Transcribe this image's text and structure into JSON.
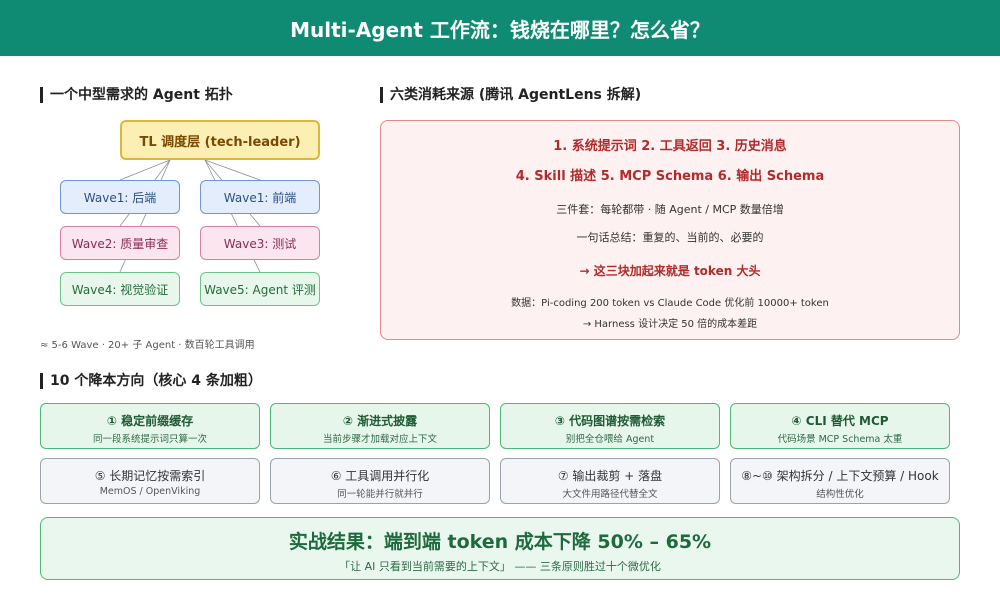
{
  "header": {
    "title": "Multi-Agent 工作流：钱烧在哪里？怎么省？"
  },
  "topology": {
    "section_title": "一个中型需求的 Agent 拓扑",
    "root": "TL 调度层 (tech-leader)",
    "nodes": [
      "Wave1: 后端",
      "Wave1: 前端",
      "Wave2: 质量审查",
      "Wave3: 测试",
      "Wave4: 视觉验证",
      "Wave5: Agent 评测"
    ],
    "note": "≈ 5-6 Wave · 20+ 子 Agent · 数百轮工具调用"
  },
  "sources": {
    "section_title": "六类消耗来源 (腾讯 AgentLens 拆解)",
    "line1": "1. 系统提示词 2. 工具返回 3. 历史消息",
    "line2": "4. Skill 描述 5. MCP Schema 6. 输出 Schema",
    "line3": "三件套：每轮都带 · 随 Agent / MCP 数量倍增",
    "line4": "一句话总结：重复的、当前的、必要的",
    "line5": "→ 这三块加起来就是 token 大头",
    "line6": "数据：Pi-coding 200 token vs Claude Code 优化前 10000+ token",
    "line7": "→ Harness 设计决定 50 倍的成本差距"
  },
  "directions": {
    "section_title": "10 个降本方向（核心 4 条加粗）",
    "cards": [
      {
        "title": "① 稳定前缀缓存",
        "sub": "同一段系统提示词只算一次"
      },
      {
        "title": "② 渐进式披露",
        "sub": "当前步骤才加载对应上下文"
      },
      {
        "title": "③ 代码图谱按需检索",
        "sub": "别把全仓喂给 Agent"
      },
      {
        "title": "④ CLI 替代 MCP",
        "sub": "代码场景 MCP Schema 太重"
      },
      {
        "title": "⑤ 长期记忆按需索引",
        "sub": "MemOS / OpenViking"
      },
      {
        "title": "⑥ 工具调用并行化",
        "sub": "同一轮能并行就并行"
      },
      {
        "title": "⑦ 输出裁剪 + 落盘",
        "sub": "大文件用路径代替全文"
      },
      {
        "title": "⑧~⑩ 架构拆分 / 上下文预算 / Hook",
        "sub": "结构性优化"
      }
    ]
  },
  "result": {
    "title": "实战结果：端到端 token 成本下降 50% – 65%",
    "subtitle": "「让 AI 只看到当前需要的上下文」 —— 三条原则胜过十个微优化"
  },
  "colors": {
    "header": "#0f8a73",
    "root_fill": "#fcefb4",
    "wave_backend_frontend": "#e3edfb",
    "wave_review_test": "#fbe6ef",
    "wave_visual_eval": "#e8f7ec",
    "sources_box": "#fdf1f1",
    "core_card": "#e6f6ea",
    "plain_card": "#f3f5f8"
  }
}
